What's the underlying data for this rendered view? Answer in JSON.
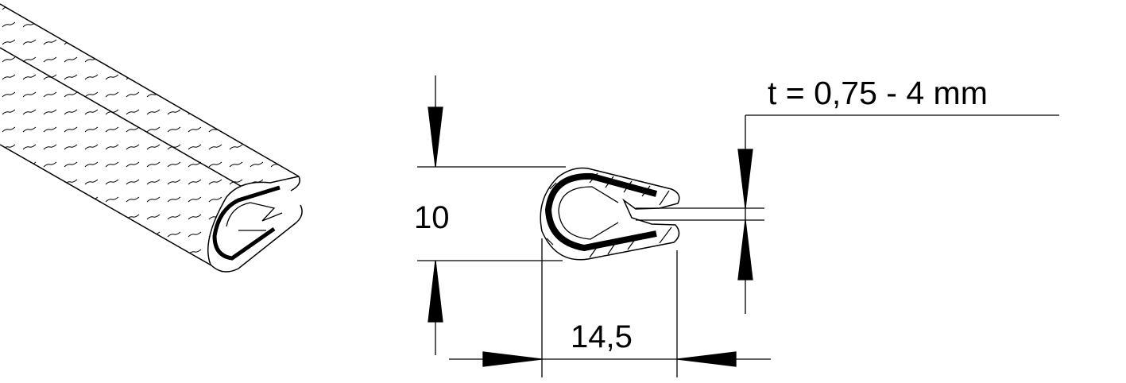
{
  "drawing": {
    "height_dimension": "10",
    "width_dimension": "14,5",
    "thickness_label": "t = 0,75 - 4 mm"
  },
  "colors": {
    "line": "#000000",
    "background": "#ffffff"
  }
}
